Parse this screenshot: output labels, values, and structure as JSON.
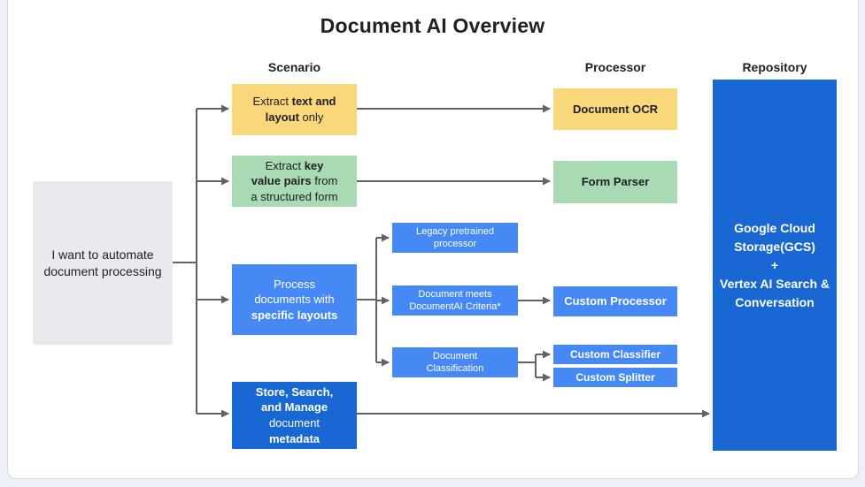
{
  "title": "Document AI Overview",
  "columns": {
    "scenario": "Scenario",
    "processor": "Processor",
    "repository": "Repository"
  },
  "nodes": {
    "intent": "I want to automate document processing",
    "extract_text": {
      "pre": "Extract ",
      "bold": "text and layout",
      "post": " only"
    },
    "extract_kv": {
      "pre": "Extract ",
      "bold": "key value pairs",
      "post": " from a structured form"
    },
    "process_layouts": {
      "pre": "Process documents with ",
      "bold": "specific layouts",
      "post": ""
    },
    "store_search": {
      "bold1": "Store, Search, and Manage",
      "mid": " document ",
      "bold2": "metadata"
    },
    "legacy": "Legacy pretrained processor",
    "doc_meets": "Document meets DocumentAI Criteria*",
    "doc_class": "Document Classification",
    "document_ocr": "Document OCR",
    "form_parser": "Form Parser",
    "custom_processor": "Custom Processor",
    "custom_classifier": "Custom Classifier",
    "custom_splitter": "Custom Splitter",
    "repository": {
      "line1": "Google Cloud Storage(GCS)",
      "line2": "+",
      "line3": "Vertex AI Search & Conversation"
    }
  },
  "colors": {
    "yellow": "#F9D77B",
    "green": "#A8DAB4",
    "blue": "#4689F4",
    "darkblue": "#1967D2",
    "graybox": "#E8EAED",
    "ink": "#202124",
    "arrow": "#5F6368",
    "pagebg": "#EDF1FA"
  }
}
